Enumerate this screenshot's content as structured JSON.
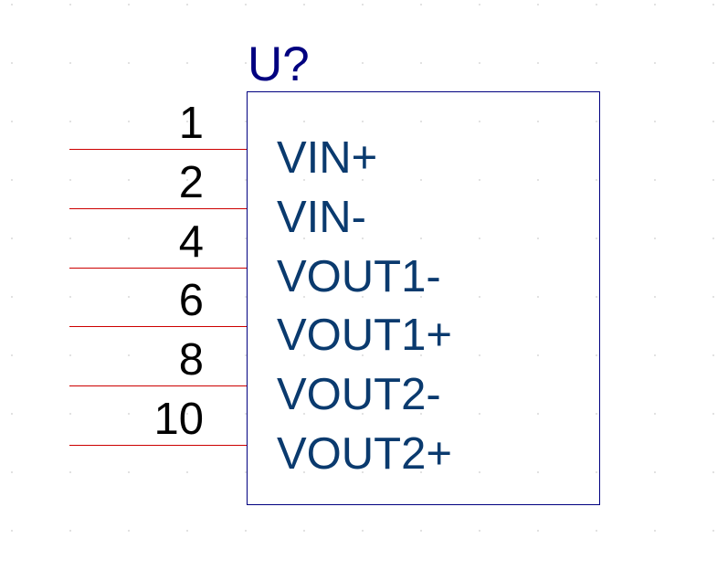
{
  "component": {
    "designator": "U?",
    "colors": {
      "body_outline": "#000080",
      "pin_line": "#cc0000",
      "pin_name": "#0a3a6e",
      "pin_number": "#000000",
      "designator": "#000080"
    },
    "pins": [
      {
        "number": "1",
        "name": "VIN+"
      },
      {
        "number": "2",
        "name": "VIN-"
      },
      {
        "number": "4",
        "name": "VOUT1-"
      },
      {
        "number": "6",
        "name": "VOUT1+"
      },
      {
        "number": "8",
        "name": "VOUT2-"
      },
      {
        "number": "10",
        "name": "VOUT2+"
      }
    ]
  }
}
